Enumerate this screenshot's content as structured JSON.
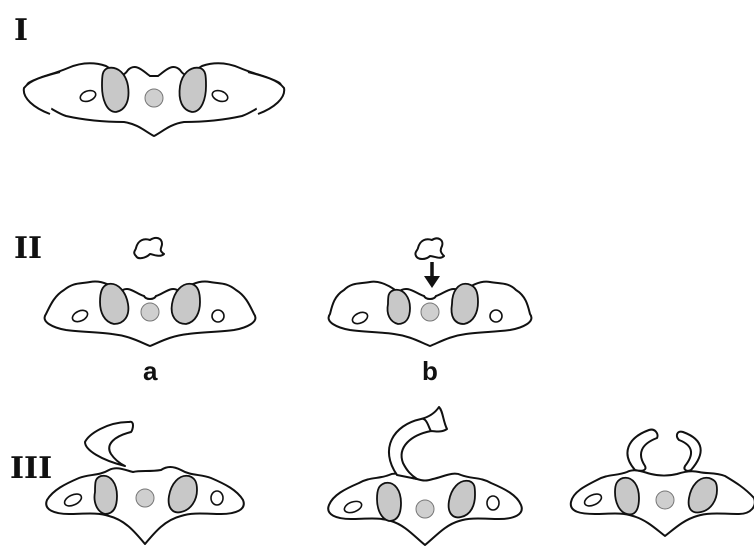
{
  "rows": [
    {
      "label": "I"
    },
    {
      "label": "II",
      "sublabels": [
        "a",
        "b"
      ]
    },
    {
      "label": "III"
    }
  ],
  "colors": {
    "lateral_mass_fill": "#c8c8c8",
    "spinal_cord_fill": "#cfcfcf",
    "outline": "#111111",
    "background": "#ffffff"
  },
  "icons": {
    "arrow": "down-arrow-icon"
  }
}
